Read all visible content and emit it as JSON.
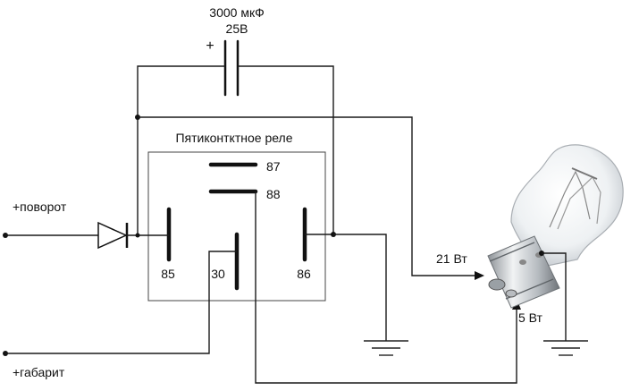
{
  "capacitor": {
    "value": "3000 мкФ",
    "voltage": "25В",
    "polarity": "+"
  },
  "relay": {
    "title": "Пятиконтктное реле",
    "pins": {
      "p87": "87",
      "p88": "88",
      "p85": "85",
      "p30": "30",
      "p86": "86"
    }
  },
  "inputs": {
    "turn": "+поворот",
    "parking": "+габарит"
  },
  "lamp": {
    "high": "21 Вт",
    "low": "5 Вт"
  }
}
